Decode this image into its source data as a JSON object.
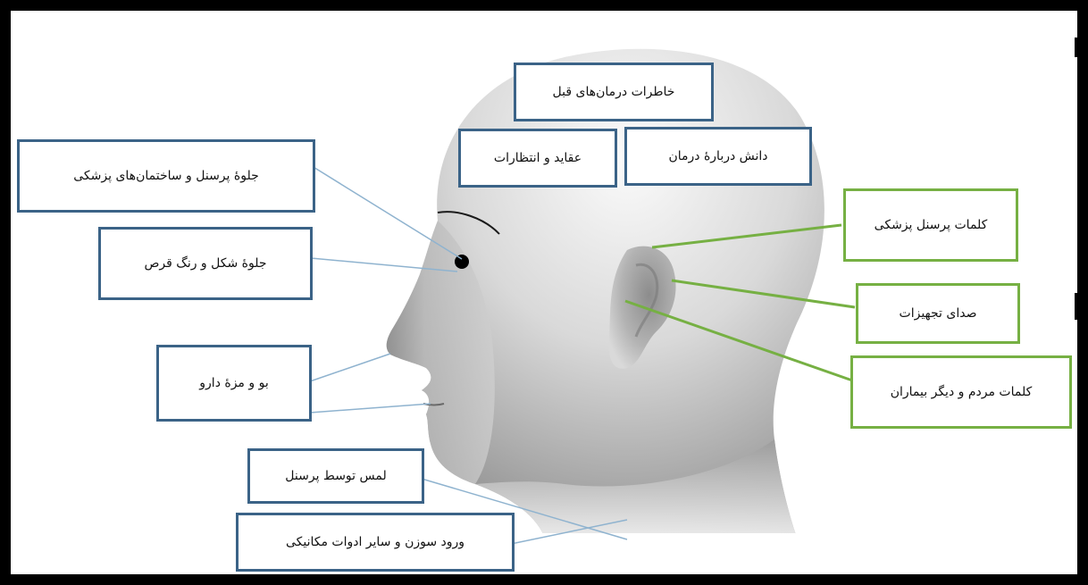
{
  "colors": {
    "frame_border": "#000000",
    "box_border_visual": "#3b6387",
    "box_border_auditory": "#76b043",
    "connector_blue": "#8fb3cf",
    "connector_green": "#76b043",
    "head_light": "#f2f2f2",
    "head_dark": "#7d7d7d"
  },
  "labels": {
    "prior_treatment_memories": "خاطرات درمان‌های قبل",
    "beliefs_expectations": "عقاید و انتظارات",
    "treatment_knowledge": "دانش دربارهٔ درمان",
    "staff_buildings_appearance": "جلوهٔ پرسنل و ساختمان‌های پزشکی",
    "pill_shape_color": "جلوهٔ شکل و رنگ قرص",
    "drug_smell_taste": "بو و مزهٔ دارو",
    "staff_touch": "لمس توسط پرسنل",
    "needle_instruments": "ورود سوزن و سایر ادوات مکانیکی",
    "medical_staff_words": "کلمات پرسنل پزشکی",
    "equipment_sound": "صدای تجهیزات",
    "people_patients_words": "کلمات مردم و دیگر بیماران"
  }
}
